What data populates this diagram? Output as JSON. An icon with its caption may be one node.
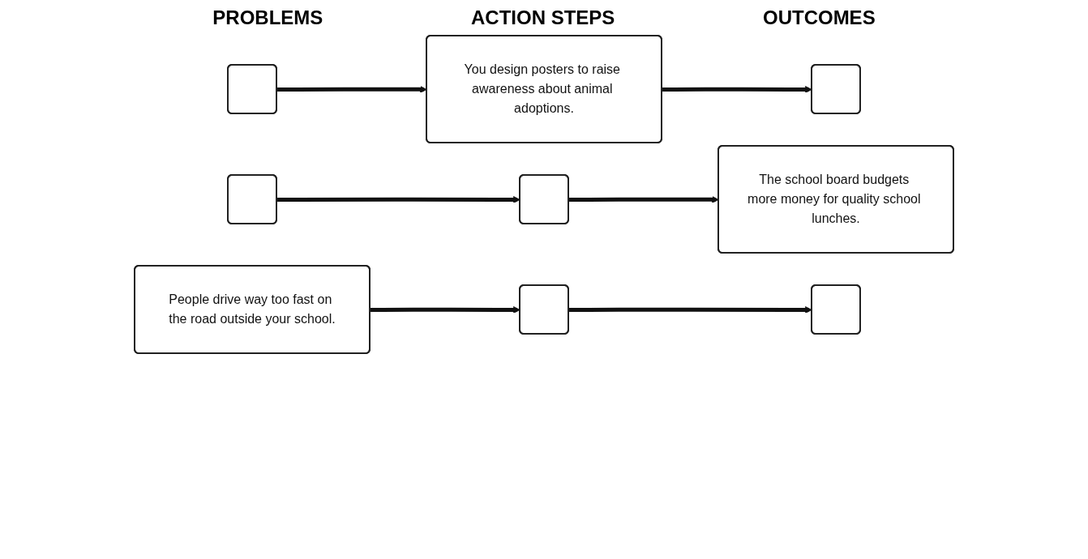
{
  "diagram": {
    "nodes": [
      {
        "text": [],
        "shape": "box"
      },
      {
        "text": [
          "You design posters to raise awareness about animal adoptions."
        ]
      },
      {
        "text": [],
        "shape": "box"
      },
      {
        "text": [],
        "shape": "box"
      },
      {
        "text": [],
        "shape": "box"
      },
      {
        "text": [
          "The school board budgets more money for quality school lunches."
        ]
      },
      {
        "text": [
          "People drive way too fast on the road outside your school."
        ]
      },
      {
        "text": [],
        "shape": "box"
      },
      {
        "text": [],
        "shape": "box"
      }
    ],
    "edges": [
      {
        "from": 0,
        "to": 1,
        "arrow": "to"
      },
      {
        "from": 1,
        "to": 2,
        "arrow": "to"
      },
      {
        "from": 3,
        "to": 4,
        "arrow": "to"
      },
      {
        "from": 4,
        "to": 5,
        "arrow": "to"
      },
      {
        "from": 6,
        "to": 7,
        "arrow": "to"
      },
      {
        "from": 7,
        "to": 8,
        "arrow": "to"
      }
    ],
    "labels": [
      "PROBLEMS",
      "ACTION STEPS",
      "OUTCOMES"
    ]
  }
}
